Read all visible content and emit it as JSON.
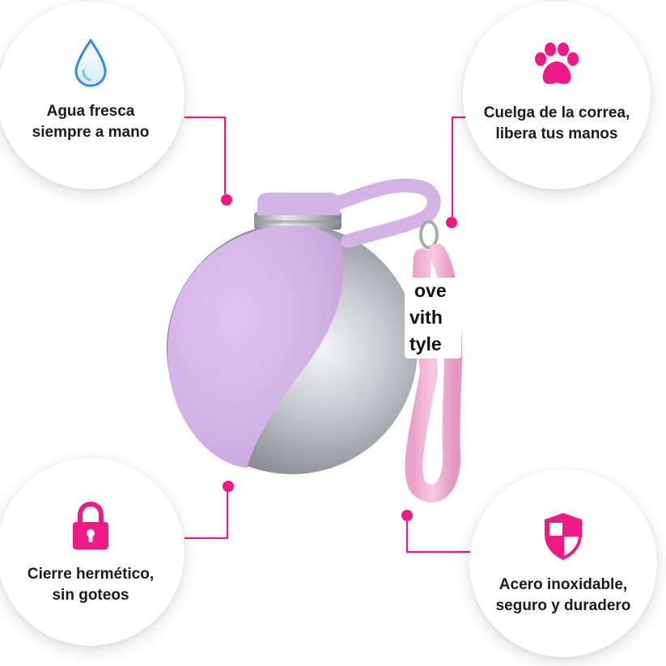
{
  "features": {
    "water": {
      "icon": "water-drop-icon",
      "line1": "Agua fresca",
      "line2": "siempre a mano"
    },
    "leash": {
      "icon": "paw-print-icon",
      "line1": "Cuelga de la correa,",
      "line2": "libera tus manos"
    },
    "lock": {
      "icon": "padlock-icon",
      "line1": "Cierre hermético,",
      "line2": "sin goteos"
    },
    "steel": {
      "icon": "shield-icon",
      "line1": "Acero inoxidable,",
      "line2": "seguro y duradero"
    }
  },
  "product": {
    "strap_text": [
      "ove",
      "vith",
      "tyle"
    ]
  },
  "colors": {
    "accent": "#ef1a86",
    "bottle_purple": "#d5b4e8",
    "steel": "#b9bcc2",
    "rope_pink": "#f2b7d7"
  }
}
